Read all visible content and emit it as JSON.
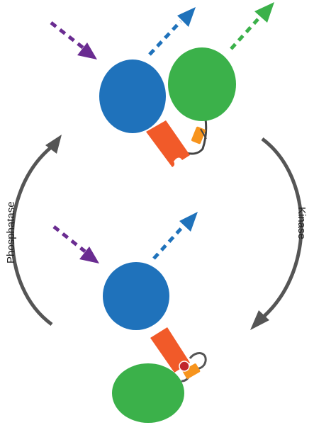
{
  "labels": {
    "phosphatase": "Phosphatase",
    "kinase": "Kinase"
  },
  "colors": {
    "blue_domain": "#1f72bb",
    "green_domain": "#3bb14a",
    "linker_orange": "#f15a29",
    "tag_yellow": "#f7941d",
    "purple_arrow": "#6a2c91",
    "blue_arrow": "#1f72bb",
    "green_arrow": "#3bb14a",
    "cycle_arrow": "#555555",
    "phospho_dot": "#c1272d"
  },
  "states": {
    "top": "active",
    "bottom": "inactive"
  }
}
